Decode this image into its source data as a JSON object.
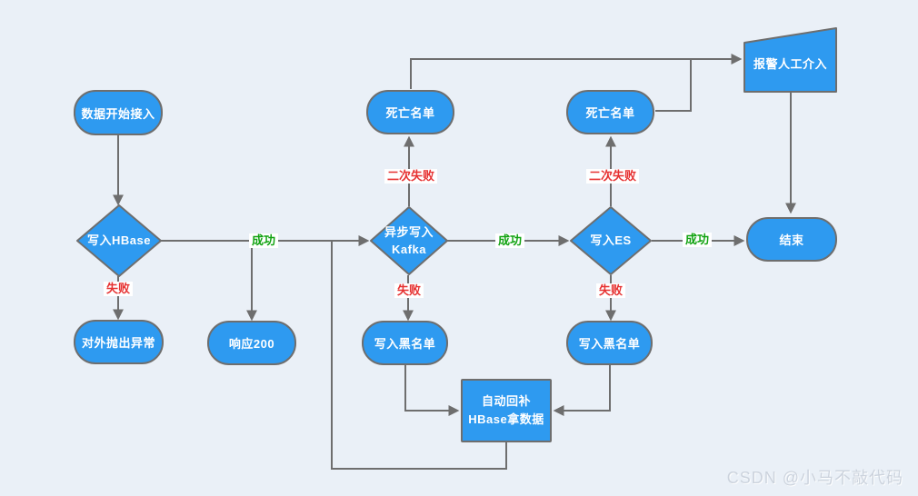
{
  "diagram": {
    "nodes": {
      "start": {
        "label": "数据开始接入"
      },
      "hbase": {
        "label": "写入HBase"
      },
      "throw_exception": {
        "label": "对外抛出异常"
      },
      "response200": {
        "label": "响应200"
      },
      "kafka": {
        "label_line1": "异步写入",
        "label_line2": "Kafka"
      },
      "dead_list_left": {
        "label": "死亡名单"
      },
      "dead_list_right": {
        "label": "死亡名单"
      },
      "blacklist_left": {
        "label": "写入黑名单"
      },
      "blacklist_right": {
        "label": "写入黑名单"
      },
      "es": {
        "label": "写入ES"
      },
      "alert_manual": {
        "label": "报警人工介入"
      },
      "end": {
        "label": "结束"
      },
      "auto_backfill": {
        "label_line1": "自动回补",
        "label_line2": "HBase拿数据"
      }
    },
    "edge_labels": {
      "success": "成功",
      "fail": "失败",
      "second_fail": "二次失败"
    },
    "colors": {
      "node_fill": "#2e9af0",
      "node_border": "#6e6e6e",
      "line": "#6e6e6e",
      "success_green": "#12a312",
      "fail_red": "#e63232",
      "background": "#eaf0f7",
      "node_text": "#ffffff"
    }
  },
  "watermark": {
    "text": "CSDN @小马不敲代码"
  }
}
